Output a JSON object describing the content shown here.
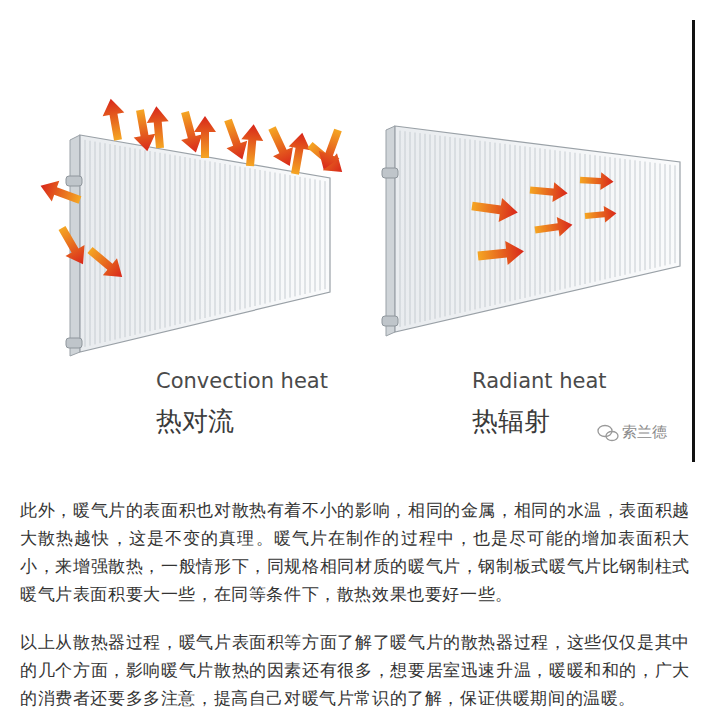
{
  "diagram": {
    "labels": [
      "Convection heat",
      "热对流",
      "Radiant heat",
      "热辐射",
      "索兰德",
      "此外，暖气片的表面积也对散热有着不小的影响，相同的金属，相同的水温，表面积越大散热越快，这是不变的真理。暖气片在制作的过程中，也是尽可能的增加表面积大小，来增强散热，一般情形下，同规格相同材质的暖气片，钢制板式暖气片比钢制柱式暖气片表面积要大一些，在同等条件下，散热效果也要好一些。",
      "以上从散热器过程，暖气片表面积等方面了解了暖气片的散热器过程，这些仅仅是其中的几个方面，影响暖气片散热的因素还有很多，想要居室迅速升温，暖暖和和的，广大的消费者还要多多注意，提高自己对暖气片常识的了解，保证供暖期间的温暖。"
    ]
  }
}
